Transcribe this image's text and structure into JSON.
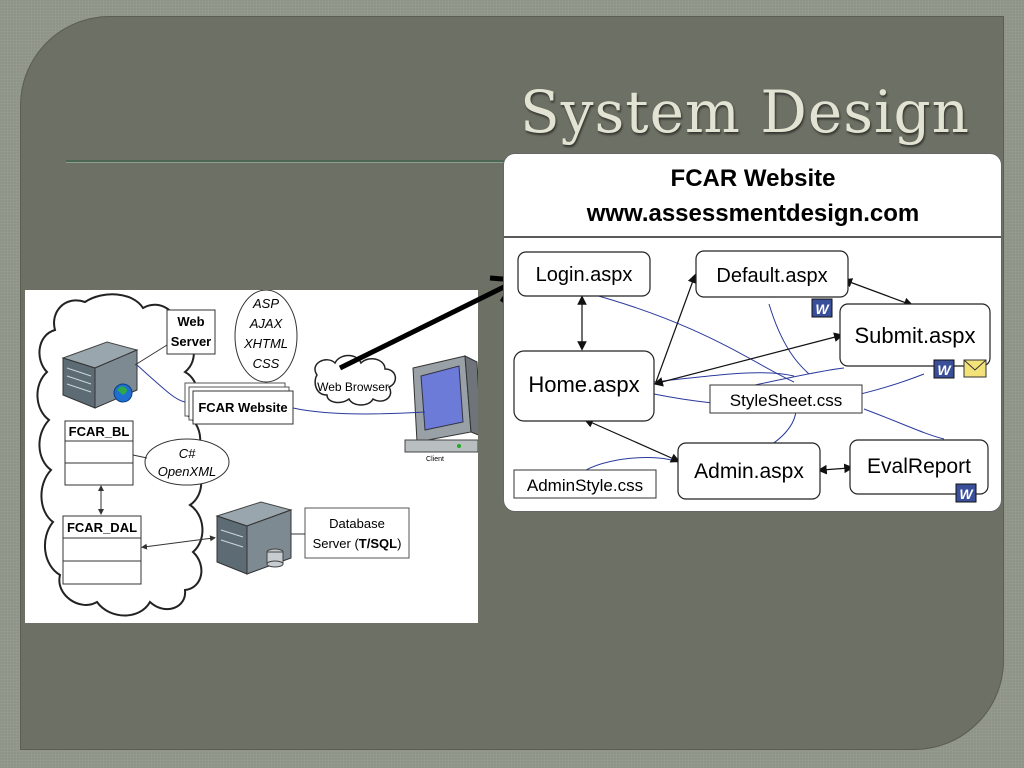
{
  "slide": {
    "title": "System Design"
  },
  "architecture": {
    "web_server_label": [
      "Web",
      "Server"
    ],
    "tech_list": [
      "ASP",
      "AJAX",
      "XHTML",
      "CSS"
    ],
    "fcar_website_label": "FCAR Website",
    "web_browser_label": "Web Browser",
    "client_label": "Client",
    "bl_label": "FCAR_BL",
    "bl_tech": [
      "C#",
      "OpenXML"
    ],
    "dal_label": "FCAR_DAL",
    "db_label": "Database",
    "db_label_2_prefix": "Server (",
    "db_label_2_bold": "T/SQL",
    "db_label_2_suffix": ")"
  },
  "site_map": {
    "header_line_1": "FCAR Website",
    "header_line_2": "www.assessmentdesign.com",
    "pages": {
      "login": "Login.aspx",
      "default": "Default.aspx",
      "submit": "Submit.aspx",
      "home": "Home.aspx",
      "stylesheet": "StyleSheet.css",
      "admin": "Admin.aspx",
      "evalreport": "EvalReport",
      "adminstyle": "AdminStyle.css"
    },
    "word_icon_letter": "W"
  },
  "colors": {
    "link_line": "#2b3a9c",
    "word_icon_bg": "#3a4f9a",
    "mail_icon_bg": "#f3e27a"
  }
}
